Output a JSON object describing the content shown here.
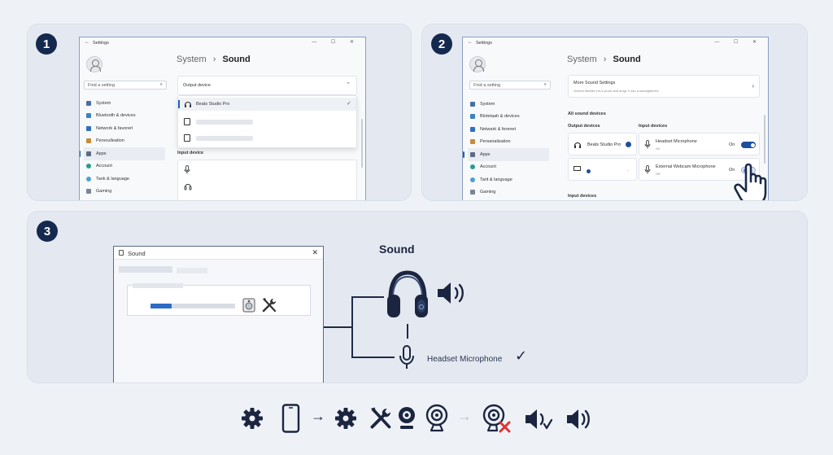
{
  "steps": [
    "1",
    "2",
    "3"
  ],
  "window1": {
    "title": "Settings",
    "breadcrumb_parent": "System",
    "breadcrumb_sep": "›",
    "breadcrumb_current": "Sound",
    "search_placeholder": "Find a setting",
    "nav": [
      "System",
      "Bluetooth & devices",
      "Network & favorerl",
      "Persoulleation",
      "Apps",
      "Account",
      "Tank & language",
      "Gaming"
    ],
    "active_nav": "Apps",
    "output_device_label": "Output device",
    "selected_device": "Beats Studio Pro",
    "input_device_label": "Input device"
  },
  "window2": {
    "title": "Settings",
    "breadcrumb_parent": "System",
    "breadcrumb_sep": "›",
    "breadcrumb_current": "Sound",
    "search_placeholder": "Find a setting",
    "nav": [
      "System",
      "Blotetaah & devices",
      "Netwark & ferenet",
      "Persanalisation",
      "Apps",
      "Account",
      "Tarit & language",
      "Gaming"
    ],
    "active_nav": "Apps",
    "more_sound_title": "More Sound Settings",
    "more_sound_sub": "Oreevs Beeids s'rit a prodr and srngt 'n zsn a sumegtlrerrre",
    "all_sound_devices": "All sound devices",
    "output_devices_label": "Output devices",
    "input_devices_label": "Input devices",
    "device_beats": "Beats Studio Pro",
    "mic1_name": "Headset Microphone",
    "mic1_status": "On",
    "mic1_toggle": "On",
    "mic2_name": "External Webcam Microphone",
    "mic2_status": "Off",
    "mic2_toggle": "On",
    "input_devices_footer": "Input devices"
  },
  "dialog": {
    "title": "Sound",
    "close": "✕"
  },
  "diagram": {
    "title": "Sound",
    "mic_label": "Headset Microphone",
    "check": "✓"
  },
  "bottom_flow": {
    "icons": [
      "gear-icon",
      "phone-icon",
      "arrow-right-icon",
      "gear-icon",
      "tools-icon",
      "webcam-icon",
      "webcam-icon",
      "arrow-right-icon",
      "webcam-disabled-icon",
      "speaker-low-icon",
      "speaker-icon"
    ],
    "arrow1": "→",
    "arrow2": "→"
  },
  "colors": {
    "navy": "#14294d",
    "accent": "#1f5fbf",
    "panel": "#e4e9f1",
    "error": "#e0322d"
  }
}
